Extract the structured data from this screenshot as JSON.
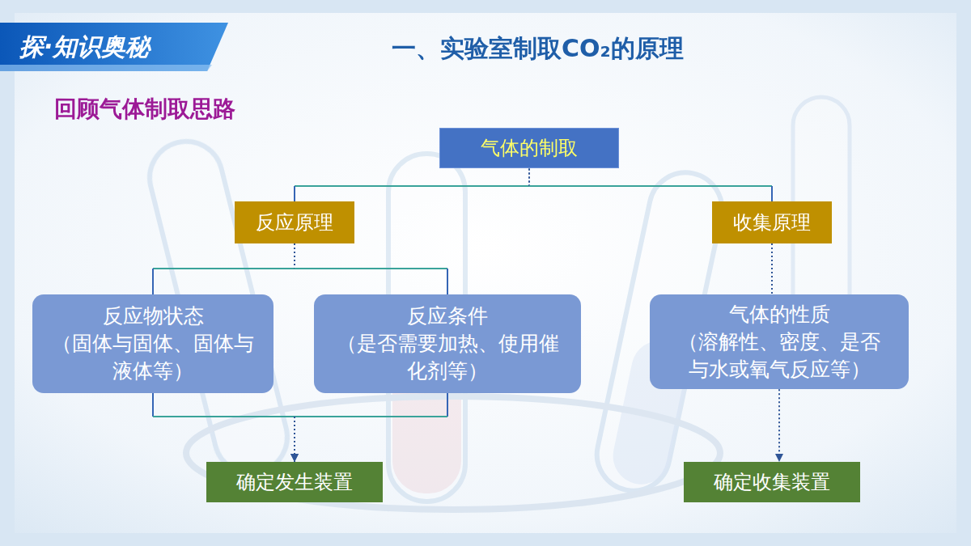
{
  "diagram": {
    "title": "一、实验室制取CO₂的原理",
    "nodes": [
      {
        "text": [
          "气体的制取"
        ]
      },
      {
        "text": [
          "反应原理"
        ]
      },
      {
        "text": [
          "收集原理"
        ]
      },
      {
        "text": [
          "反应物状态",
          "（固体与固体、固体与液体等）"
        ]
      },
      {
        "text": [
          "反应条件",
          "（是否需要加热、使用催化剂等）"
        ]
      },
      {
        "text": [
          "气体的性质",
          "（溶解性、密度、是否与水或氧气反应等）"
        ]
      },
      {
        "text": [
          "确定发生装置"
        ]
      },
      {
        "text": [
          "确定收集装置"
        ]
      }
    ],
    "edges": [
      {
        "from": 0,
        "to": 1,
        "arrow": "none"
      },
      {
        "from": 0,
        "to": 2,
        "arrow": "none"
      },
      {
        "from": 1,
        "to": 3,
        "arrow": "none"
      },
      {
        "from": 1,
        "to": 4,
        "arrow": "none"
      },
      {
        "from": 3,
        "to": 6,
        "arrow": "to"
      },
      {
        "from": 4,
        "to": 6,
        "arrow": "to"
      },
      {
        "from": 2,
        "to": 5,
        "arrow": "none"
      },
      {
        "from": 5,
        "to": 7,
        "arrow": "to"
      }
    ],
    "labels": [
      "探·知识奥秘",
      "回顾气体制取思路"
    ]
  }
}
